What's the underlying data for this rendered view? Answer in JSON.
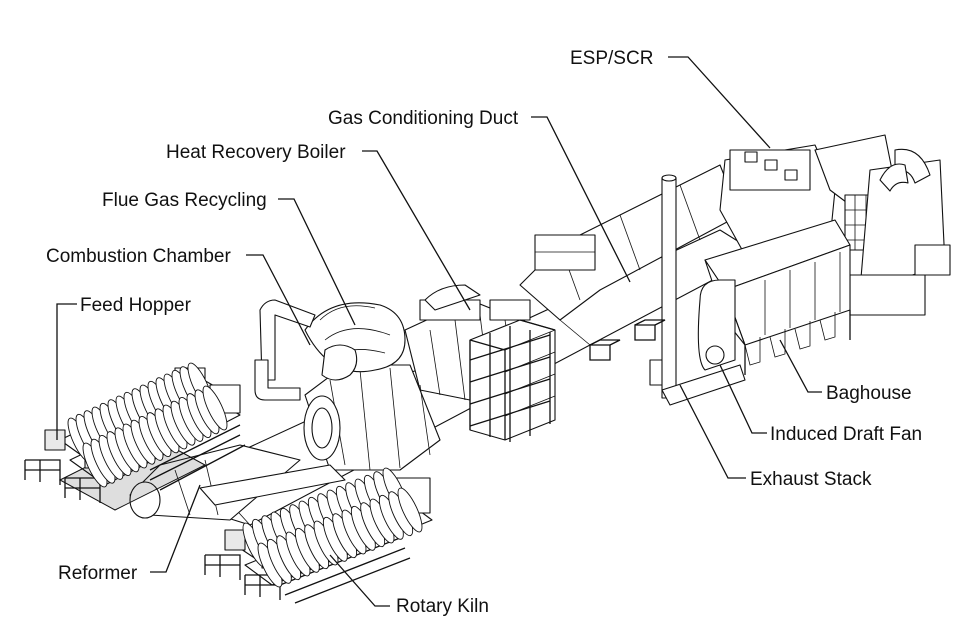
{
  "labels": {
    "esp_scr": "ESP/SCR",
    "gas_conditioning_duct": "Gas Conditioning Duct",
    "heat_recovery_boiler": "Heat Recovery Boiler",
    "flue_gas_recycling": "Flue Gas Recycling",
    "combustion_chamber": "Combustion Chamber",
    "feed_hopper": "Feed Hopper",
    "reformer": "Reformer",
    "rotary_kiln": "Rotary Kiln",
    "baghouse": "Baghouse",
    "induced_draft_fan": "Induced Draft Fan",
    "exhaust_stack": "Exhaust Stack"
  }
}
